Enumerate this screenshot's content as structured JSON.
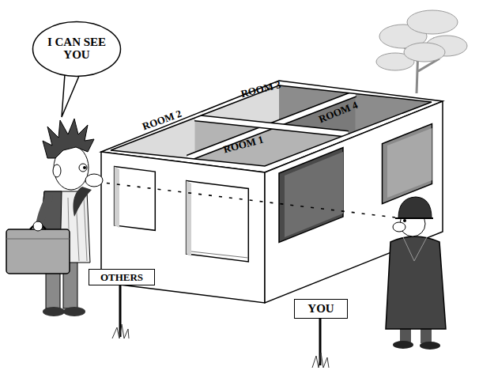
{
  "diagram": {
    "nodes": [
      {
        "text": [
          "I CAN SEE YOU"
        ]
      },
      {
        "text": [
          "OTHERS"
        ]
      },
      {
        "text": [
          "YOU"
        ]
      }
    ],
    "labels": [
      "ROOM 2",
      "ROOM 3",
      "ROOM 1",
      "ROOM 4"
    ]
  }
}
